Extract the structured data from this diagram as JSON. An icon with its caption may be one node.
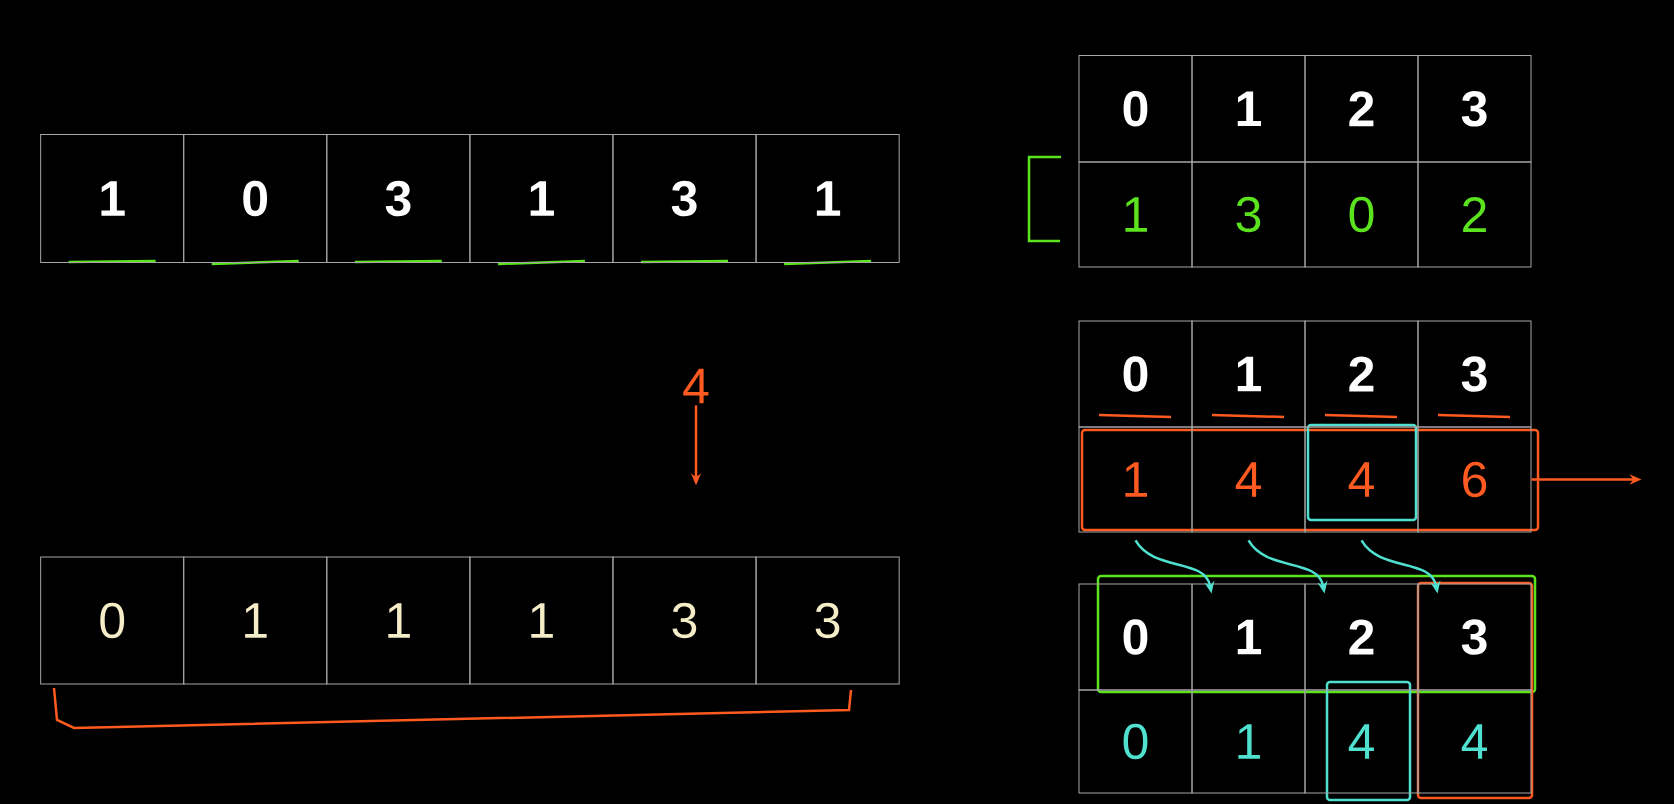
{
  "diagram": {
    "nodes": [
      {
        "text": [
          "1"
        ]
      },
      {
        "text": [
          "0"
        ]
      },
      {
        "text": [
          "3"
        ]
      },
      {
        "text": [
          "1"
        ]
      },
      {
        "text": [
          "3"
        ]
      },
      {
        "text": [
          "1"
        ]
      },
      {
        "text": [
          "0"
        ]
      },
      {
        "text": [
          "1"
        ]
      },
      {
        "text": [
          "2"
        ]
      },
      {
        "text": [
          "3"
        ]
      },
      {
        "text": [
          "1"
        ]
      },
      {
        "text": [
          "3"
        ]
      },
      {
        "text": [
          "0"
        ]
      },
      {
        "text": [
          "2"
        ]
      },
      {
        "text": [
          "0"
        ]
      },
      {
        "text": [
          "1"
        ]
      },
      {
        "text": [
          "2"
        ]
      },
      {
        "text": [
          "3"
        ]
      },
      {
        "text": [
          "1"
        ]
      },
      {
        "text": [
          "4"
        ]
      },
      {
        "text": [
          "4"
        ]
      },
      {
        "text": [
          "6"
        ]
      },
      {
        "text": [
          "4"
        ]
      },
      {
        "text": [
          "0"
        ]
      },
      {
        "text": [
          "1"
        ]
      },
      {
        "text": [
          "1"
        ]
      },
      {
        "text": [
          "1"
        ]
      },
      {
        "text": [
          "3"
        ]
      },
      {
        "text": [
          "3"
        ]
      },
      {
        "text": [
          "0"
        ]
      },
      {
        "text": [
          "1"
        ]
      },
      {
        "text": [
          "2"
        ]
      },
      {
        "text": [
          "3"
        ]
      },
      {
        "text": [
          "0"
        ]
      },
      {
        "text": [
          "1"
        ]
      },
      {
        "text": [
          "4"
        ]
      },
      {
        "text": [
          "4"
        ]
      }
    ],
    "edges": [
      {
        "from": 21,
        "to": null,
        "arrow": "to",
        "color": "#ff5a1f"
      },
      {
        "from": 22,
        "to": null,
        "arrow": "to",
        "color": "#ff5a1f"
      },
      {
        "from": 18,
        "to": 30,
        "arrow": "to"
      },
      {
        "from": 19,
        "to": 31,
        "arrow": "to"
      },
      {
        "from": 20,
        "to": 32,
        "arrow": "to"
      }
    ]
  }
}
